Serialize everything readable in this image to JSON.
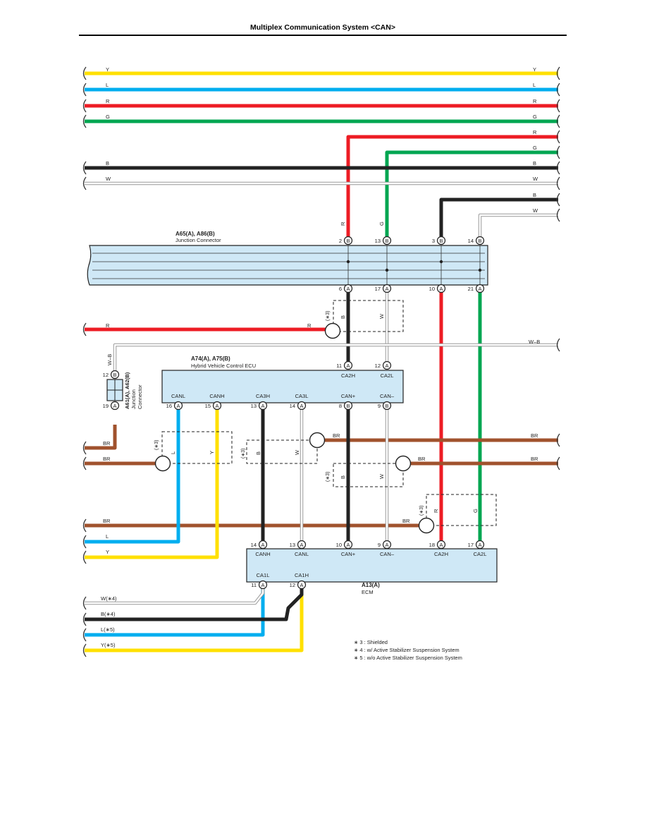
{
  "header": {
    "title": "Multiplex Communication System <CAN>"
  },
  "colors": {
    "Y": "#ffe000",
    "L": "#00aeef",
    "R": "#ed1c24",
    "G": "#00a651",
    "B": "#222222",
    "W": "#bbbbbb",
    "BR": "#a0522d",
    "WB": "#888888",
    "component_fill": "#cfe8f6"
  },
  "wire_labels": {
    "y_left": "Y",
    "y_right": "Y",
    "l_left": "L",
    "l_right": "L",
    "r_left": "R",
    "r_right": "R",
    "g_left": "G",
    "g_right": "G",
    "r_right2": "R",
    "g_right2": "G",
    "b_left": "B",
    "b_right": "B",
    "w_left": "W",
    "w_right": "W",
    "b_right2": "B",
    "w_right2": "W",
    "r_vert": "R",
    "g_vert": "G",
    "r_mid_left": "R",
    "r_mid_right": "R",
    "wb_vert": "W–B",
    "wb_right": "W–B",
    "br1_left": "BR",
    "br2_left": "BR",
    "br_right_a": "BR",
    "br_right_b": "BR",
    "br_right_c": "BR",
    "br_right_d": "BR",
    "br3_left": "BR",
    "br3_mid": "BR",
    "l_bottom": "L",
    "y_bottom": "Y",
    "w4": "W(∗4)",
    "b4": "B(∗4)",
    "l5": "L(∗5)",
    "y5": "Y(∗5)"
  },
  "junction_connector": {
    "name": "A65(A), A86(B)",
    "desc": "Junction Connector",
    "pins_top": [
      "2",
      "13",
      "3",
      "14"
    ],
    "pins_bottom": [
      "6",
      "17",
      "10",
      "21"
    ],
    "top_letter": "B",
    "bottom_letter": "A"
  },
  "hv_ecu": {
    "name": "A74(A), A75(B)",
    "desc": "Hybrid Vehicle Control ECU",
    "top_pins": [
      "11",
      "12"
    ],
    "top_labels": [
      "CA2H",
      "CA2L"
    ],
    "bottom_pins": [
      "16",
      "15",
      "13",
      "14",
      "8",
      "9"
    ],
    "bottom_letters": [
      "A",
      "A",
      "A",
      "A",
      "B",
      "B"
    ],
    "bottom_labels": [
      "CANL",
      "CANH",
      "CA3H",
      "CA3L",
      "CAN+",
      "CAN–"
    ]
  },
  "jc2": {
    "name": "A61(A), A62(B)",
    "desc1": "Junction",
    "desc2": "Connector",
    "pin_top": "12",
    "letter_top": "B",
    "pin_bottom": "19",
    "letter_bottom": "A"
  },
  "ecm": {
    "name": "A13(A)",
    "desc": "ECM",
    "top_pins": [
      "14",
      "13",
      "10",
      "9",
      "18",
      "17"
    ],
    "top_labels": [
      "CANH",
      "CANL",
      "CAN+",
      "CAN–",
      "CA2H",
      "CA2L"
    ],
    "bottom_pins": [
      "11",
      "12"
    ],
    "bottom_labels": [
      "CA1L",
      "CA1H"
    ],
    "letter": "A"
  },
  "shield_label": "(∗3)",
  "shield_wire_labels": {
    "s1_a": "B",
    "s1_b": "W",
    "s2_a": "L",
    "s2_b": "Y",
    "s3_a": "B",
    "s3_b": "W",
    "s4_a": "B",
    "s4_b": "W",
    "s5_a": "R",
    "s5_b": "G"
  },
  "notes": [
    "∗ 3 : Shielded",
    "∗ 4 : w/ Active Stabilizer Suspension System",
    "∗ 5 : w/o Active Stabilizer Suspension System"
  ]
}
